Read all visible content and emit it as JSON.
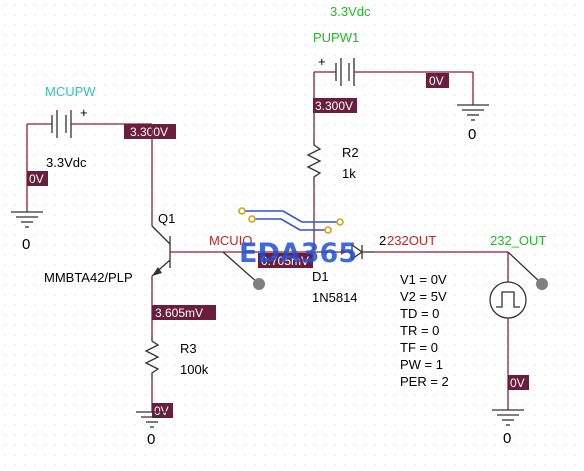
{
  "nets": {
    "pupw_value": "3.3Vdc",
    "pupw_name": "PUPW1",
    "mcupw_name": "MCUPW",
    "mcupw_value": "3.3Vdc",
    "mcuio": "MCUIO",
    "out_232": "232_OUT"
  },
  "probes": {
    "pupw_neg": "0V",
    "pupw_pos": "3.300V",
    "mcupw_pos": "3.300V",
    "mcupw_neg": "0V",
    "emitter": "3.605mV",
    "mcuio": "0.705mV",
    "r3_bottom": "0V",
    "source_bottom": "0V"
  },
  "components": {
    "r2_name": "R2",
    "r2_value": "1k",
    "r3_name": "R3",
    "r3_value": "100k",
    "q1_name": "Q1",
    "q1_model": "MMBTA42/PLP",
    "d1_name": "D1",
    "d1_model": "1N5814",
    "pin_num": "2",
    "pin_net": "232OUT"
  },
  "pulse_params": [
    "V1 = 0V",
    "V2 = 5V",
    "TD = 0",
    "TR = 0",
    "TF = 0",
    "PW = 1",
    "PER = 2"
  ],
  "grounds": [
    "0",
    "0",
    "0",
    "0"
  ],
  "watermark": "EDA365",
  "colors": {
    "wire": "#8b1e3a",
    "probe": "#6b1d3c",
    "net_green": "#22bb22",
    "net_teal": "#33c6b3",
    "net_red": "#cc2222",
    "watermark": "#1f4fd6"
  }
}
